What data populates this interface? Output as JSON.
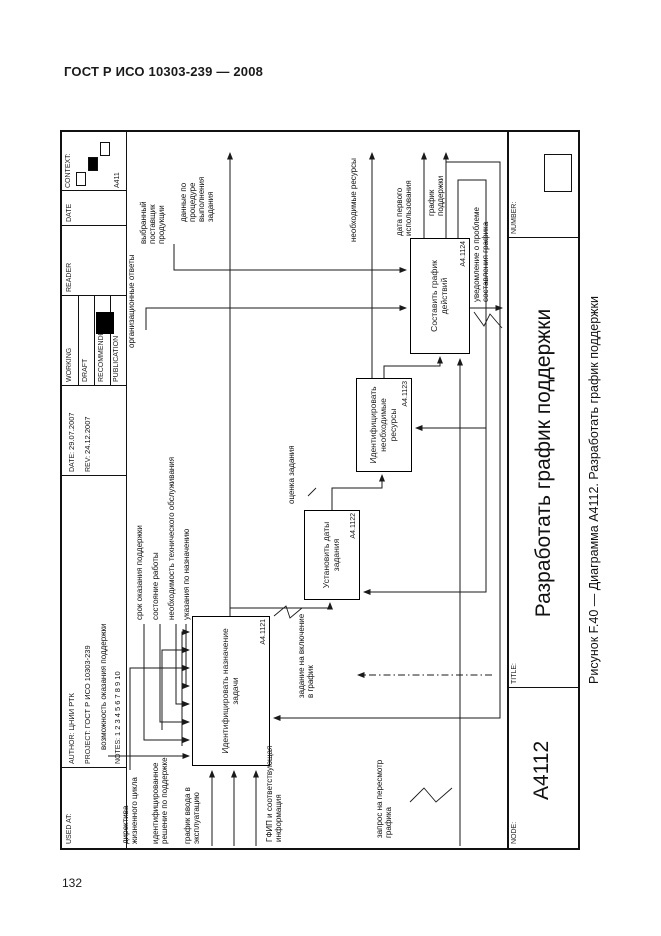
{
  "page": {
    "header": "ГОСТ Р ИСО 10303-239 — 2008",
    "page_number": "132"
  },
  "form": {
    "used_at_label": "USED AT:",
    "author_label": "AUTHOR:",
    "author": "ЦНИИ РТК",
    "project_label": "PROJECT:",
    "project": "ГОСТ Р ИСО 10303-239",
    "notes_label": "NOTES:",
    "notes": "1 2 3 4 5 6 7 8 9 10",
    "date_label": "DATE:",
    "date": "29.07.2007",
    "rev_label": "REV:",
    "rev": "24.12.2007",
    "working_label": "WORKING",
    "draft_label": "DRAFT",
    "recommended_label": "RECOMMENDED",
    "publication_label": "PUBLICATION",
    "reader_label": "READER",
    "reader_date_label": "DATE",
    "context_label": "CONTEXT:",
    "context_node": "A411",
    "node_label": "NODE:",
    "node_value": "А4112",
    "title_label": "TITLE:",
    "title_value": "Разработать график поддержки",
    "number_label": "NUMBER:"
  },
  "diagram": {
    "boxes": [
      {
        "label": "Идентифицировать назначение задачи",
        "node": "А4.1121"
      },
      {
        "label": "Установить даты задания",
        "node": "А4.1122"
      },
      {
        "label": "Идентифицировать необходимые ресурсы",
        "node": "А4.1123"
      },
      {
        "label": "Составить график действий",
        "node": "А4.1124"
      }
    ],
    "labels": {
      "possibility": "возможность оказания поддержки",
      "period": "срок оказания поддержки",
      "work_status": "состояние работы",
      "maintenance": "необходимость технического обслуживания",
      "purpose": "указания по назначению",
      "directive": "директива жизненного цикла",
      "solution": "идентифицированное решение по поддержке",
      "commissioning": "график ввода в эксплуатацию",
      "gfip": "ГФИП и соответствующая информация",
      "org_answers": "организационные ответы",
      "supplier": "выбранный поставщик продукции",
      "proc_data": "данные по процедуре выполнения задания",
      "resources": "необходимые ресурсы",
      "first_use": "дата первого использования",
      "schedule": "график поддержки",
      "task_request": "задание на включение в график",
      "revision_request": "запрос на пересмотр графика",
      "problem_notice": "уведомление о проблеме составления графика",
      "estimate": "оценка задания"
    }
  },
  "caption": "Рисунок F.40 — Диаграмма А4112. Разработать график поддержки"
}
